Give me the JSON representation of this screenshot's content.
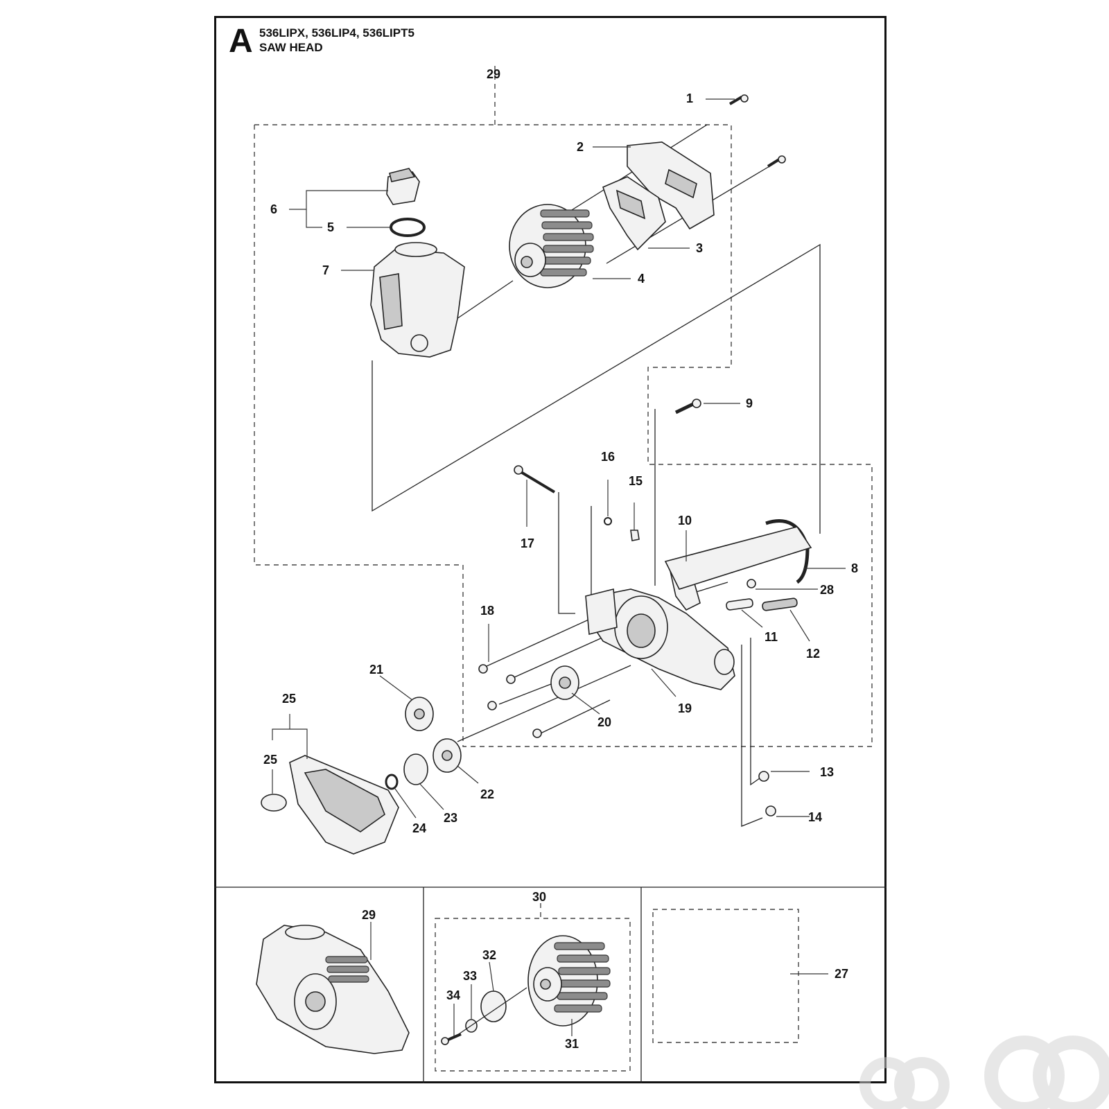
{
  "header": {
    "section_letter": "A",
    "models": "536LIPX, 536LIP4, 536LIPT5",
    "title": "SAW HEAD"
  },
  "callouts": [
    "1",
    "2",
    "3",
    "4",
    "5",
    "6",
    "7",
    "8",
    "9",
    "10",
    "11",
    "12",
    "13",
    "14",
    "15",
    "16",
    "17",
    "18",
    "19",
    "20",
    "21",
    "22",
    "23",
    "24",
    "25",
    "25",
    "27",
    "28",
    "29",
    "29",
    "30",
    "31",
    "32",
    "33",
    "34"
  ],
  "icons": {
    "watermark": "ao-logo"
  }
}
